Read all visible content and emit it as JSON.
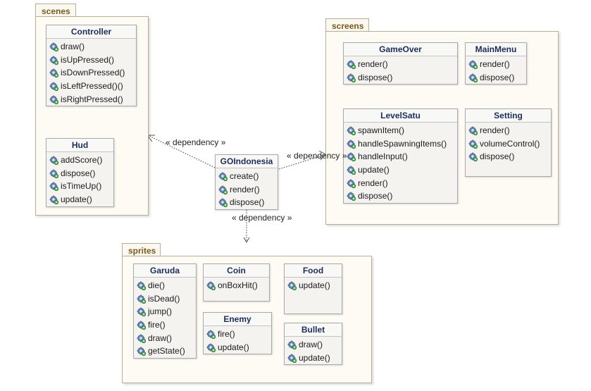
{
  "dependency_label": "« dependency »",
  "icons": {
    "operation": "gear-operation-icon",
    "accent": "#3a7fc4",
    "plus": "#2e9a3a"
  },
  "packages": {
    "scenes": {
      "name": "scenes",
      "classes": {
        "controller": {
          "name": "Controller",
          "ops": [
            "draw()",
            "isUpPressed()",
            "isDownPressed()",
            "isLeftPressed()()",
            "isRightPressed()"
          ]
        },
        "hud": {
          "name": "Hud",
          "ops": [
            "addScore()",
            "dispose()",
            "isTimeUp()",
            "update()"
          ]
        }
      }
    },
    "screens": {
      "name": "screens",
      "classes": {
        "gameover": {
          "name": "GameOver",
          "ops": [
            "render()",
            "dispose()"
          ]
        },
        "mainmenu": {
          "name": "MainMenu",
          "ops": [
            "render()",
            "dispose()"
          ]
        },
        "levelsatu": {
          "name": "LevelSatu",
          "ops": [
            "spawnItem()",
            "handleSpawningItems()",
            "handleInput()",
            "update()",
            "render()",
            "dispose()"
          ]
        },
        "setting": {
          "name": "Setting",
          "ops": [
            "render()",
            "volumeControl()",
            "dispose()"
          ]
        }
      }
    },
    "sprites": {
      "name": "sprites",
      "classes": {
        "garuda": {
          "name": "Garuda",
          "ops": [
            "die()",
            "isDead()",
            "jump()",
            "fire()",
            "draw()",
            "getState()"
          ]
        },
        "coin": {
          "name": "Coin",
          "ops": [
            "onBoxHit()"
          ]
        },
        "food": {
          "name": "Food",
          "ops": [
            "update()"
          ]
        },
        "enemy": {
          "name": "Enemy",
          "ops": [
            "fire()",
            "update()"
          ]
        },
        "bullet": {
          "name": "Bullet",
          "ops": [
            "draw()",
            "update()"
          ]
        }
      }
    }
  },
  "main_class": {
    "name": "GOIndonesia",
    "ops": [
      "create()",
      "render()",
      "dispose()"
    ]
  }
}
